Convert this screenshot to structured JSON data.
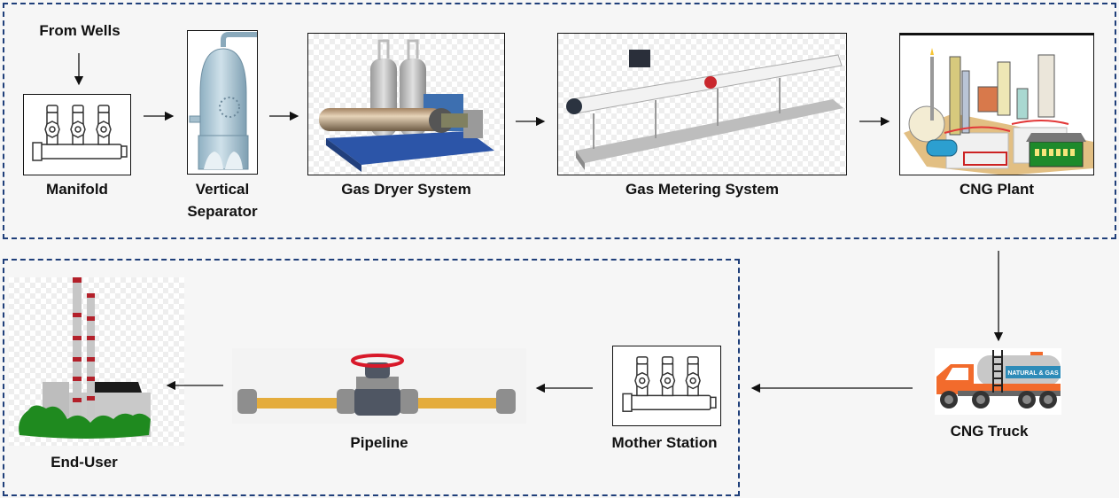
{
  "diagram": {
    "source_label": "From Wells",
    "groups": [
      {
        "name": "processing-stage"
      },
      {
        "name": "distribution-stage"
      }
    ],
    "nodes": {
      "manifold": {
        "label": "Manifold",
        "icon": "manifold-icon"
      },
      "vertical_separator": {
        "label_line1": "Vertical",
        "label_line2": "Separator",
        "icon": "separator-vessel-icon"
      },
      "gas_dryer": {
        "label": "Gas Dryer System",
        "icon": "gas-dryer-icon"
      },
      "gas_metering": {
        "label": "Gas Metering System",
        "icon": "metering-skid-icon"
      },
      "cng_plant": {
        "label": "CNG Plant",
        "icon": "plant-icon"
      },
      "cng_truck": {
        "label": "CNG Truck",
        "icon": "tanker-truck-icon",
        "tank_text": "NATURAL ⛽ GAS"
      },
      "mother_station": {
        "label": "Mother Station",
        "icon": "manifold-icon"
      },
      "pipeline": {
        "label": "Pipeline",
        "icon": "pipeline-valve-icon"
      },
      "end_user": {
        "label": "End-User",
        "icon": "power-plant-icon"
      }
    },
    "flow": [
      "From Wells",
      "Manifold",
      "Vertical Separator",
      "Gas Dryer System",
      "Gas Metering System",
      "CNG Plant",
      "CNG Truck",
      "Mother Station",
      "Pipeline",
      "End-User"
    ],
    "colors": {
      "group_border": "#1f3f7a",
      "background": "#f6f6f6",
      "truck_orange": "#f26b2c",
      "tank_gray": "#c8c8c8",
      "tank_band": "#2d8bb8",
      "pipe_yellow": "#e4ac3c",
      "valve_red": "#d8192a",
      "tree_green": "#1f8a1f",
      "chimney_red": "#b3202a"
    }
  }
}
